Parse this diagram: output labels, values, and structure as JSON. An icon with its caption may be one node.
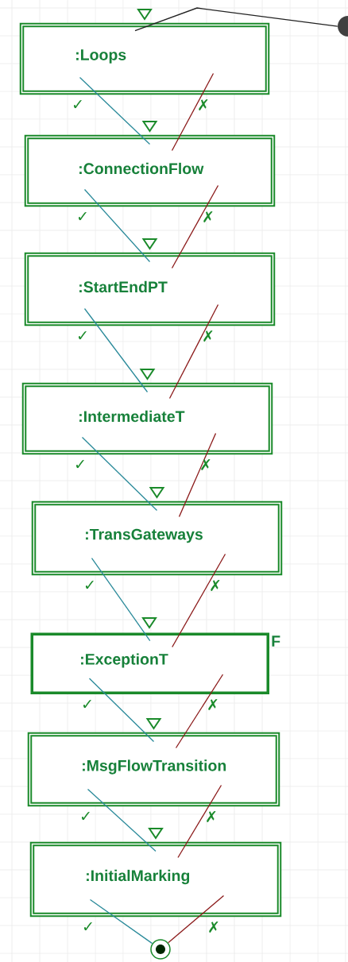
{
  "diagram": {
    "nodes": [
      {
        "text": [],
        "shape": "circle"
      },
      {
        "text": [
          ":Loops"
        ]
      },
      {
        "text": [
          ":ConnectionFlow"
        ]
      },
      {
        "text": [
          ":StartEndPT"
        ]
      },
      {
        "text": [
          ":IntermediateT"
        ]
      },
      {
        "text": [
          ":TransGateways"
        ]
      },
      {
        "text": [
          ":ExceptionT"
        ],
        "beside": [
          "F"
        ]
      },
      {
        "text": [
          ":MsgFlowTransition"
        ]
      },
      {
        "text": [
          ":InitialMarking"
        ]
      },
      {
        "text": [],
        "shape": "circle"
      }
    ],
    "edges": [
      {
        "from": 0,
        "to": 1,
        "arrow": "none",
        "color": "#222222"
      },
      {
        "from": 1,
        "to": 2,
        "arrow": "none",
        "label": "✓",
        "color": "#2a8a9a"
      },
      {
        "from": 1,
        "to": 2,
        "arrow": "none",
        "label": "✗",
        "color": "#8b1a1a"
      },
      {
        "from": 2,
        "to": 3,
        "arrow": "none",
        "label": "✓",
        "color": "#2a8a9a"
      },
      {
        "from": 2,
        "to": 3,
        "arrow": "none",
        "label": "✗",
        "color": "#8b1a1a"
      },
      {
        "from": 3,
        "to": 4,
        "arrow": "none",
        "label": "✓",
        "color": "#2a8a9a"
      },
      {
        "from": 3,
        "to": 4,
        "arrow": "none",
        "label": "✗",
        "color": "#8b1a1a"
      },
      {
        "from": 4,
        "to": 5,
        "arrow": "none",
        "label": "✓",
        "color": "#2a8a9a"
      },
      {
        "from": 4,
        "to": 5,
        "arrow": "none",
        "label": "✗",
        "color": "#8b1a1a"
      },
      {
        "from": 5,
        "to": 6,
        "arrow": "none",
        "label": "✓",
        "color": "#2a8a9a"
      },
      {
        "from": 5,
        "to": 6,
        "arrow": "none",
        "label": "✗",
        "color": "#8b1a1a"
      },
      {
        "from": 6,
        "to": 7,
        "arrow": "none",
        "label": "✓",
        "color": "#2a8a9a"
      },
      {
        "from": 6,
        "to": 7,
        "arrow": "none",
        "label": "✗",
        "color": "#8b1a1a"
      },
      {
        "from": 7,
        "to": 8,
        "arrow": "none",
        "label": "✓",
        "color": "#2a8a9a"
      },
      {
        "from": 7,
        "to": 8,
        "arrow": "none",
        "label": "✗",
        "color": "#8b1a1a"
      },
      {
        "from": 8,
        "to": 9,
        "arrow": "none",
        "label": "✓",
        "color": "#2a8a9a"
      },
      {
        "from": 8,
        "to": 9,
        "arrow": "none",
        "label": "✗",
        "color": "#8b1a1a"
      }
    ]
  }
}
